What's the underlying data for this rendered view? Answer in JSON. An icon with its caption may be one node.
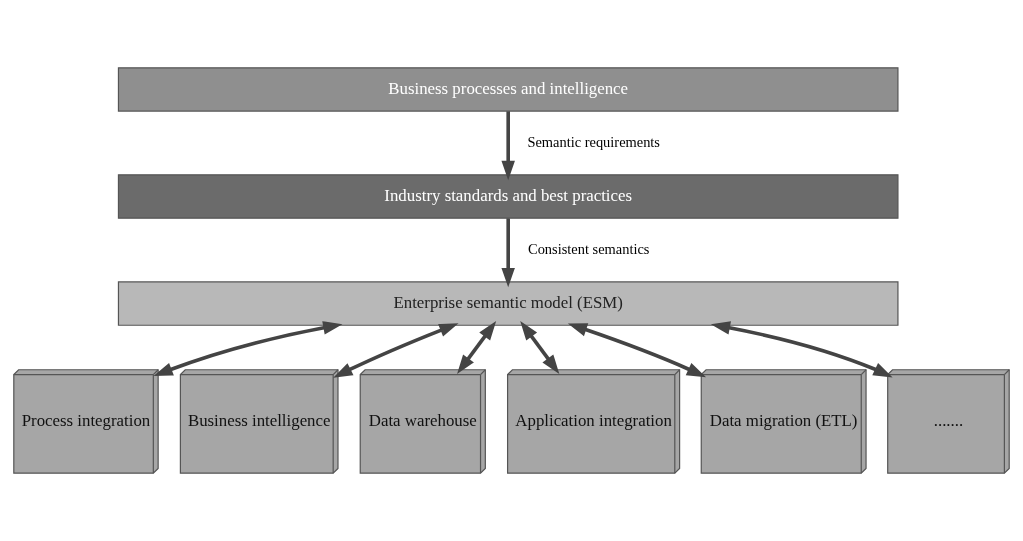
{
  "diagram": {
    "nodes": [
      {
        "text": [
          "Business processes and intelligence"
        ]
      },
      {
        "text": [
          "Industry standards and best practices"
        ]
      },
      {
        "text": [
          "Enterprise semantic model (ESM)"
        ]
      },
      {
        "text": [
          "Process integration"
        ]
      },
      {
        "text": [
          "Business intelligence"
        ]
      },
      {
        "text": [
          "Data warehouse"
        ]
      },
      {
        "text": [
          "Application integration"
        ]
      },
      {
        "text": [
          "Data migration (ETL)"
        ]
      },
      {
        "text": [
          "......."
        ]
      }
    ],
    "edges": [
      {
        "from": 0,
        "to": 1,
        "arrow": "to",
        "label": "Semantic requirements"
      },
      {
        "from": 1,
        "to": 2,
        "arrow": "to",
        "label": "Consistent semantics"
      },
      {
        "from": 2,
        "to": 3,
        "arrow": "both"
      },
      {
        "from": 2,
        "to": 4,
        "arrow": "both"
      },
      {
        "from": 2,
        "to": 5,
        "arrow": "both"
      },
      {
        "from": 2,
        "to": 6,
        "arrow": "both"
      },
      {
        "from": 2,
        "to": 7,
        "arrow": "both"
      },
      {
        "from": 2,
        "to": 8,
        "arrow": "both"
      }
    ]
  }
}
